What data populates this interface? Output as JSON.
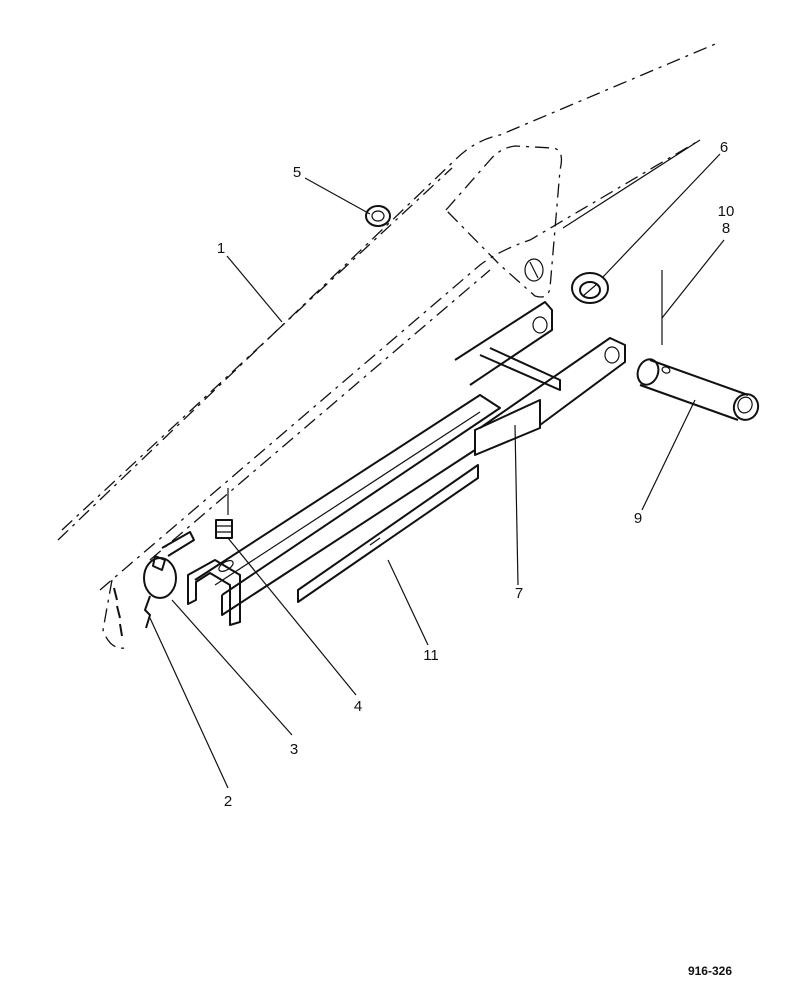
{
  "figure_code": "916-326",
  "callouts": [
    {
      "id": "1",
      "text": "1"
    },
    {
      "id": "2",
      "text": "2"
    },
    {
      "id": "3",
      "text": "3"
    },
    {
      "id": "4",
      "text": "4"
    },
    {
      "id": "5",
      "text": "5"
    },
    {
      "id": "6",
      "text": "6"
    },
    {
      "id": "7",
      "text": "7"
    },
    {
      "id": "8",
      "text": "8"
    },
    {
      "id": "9",
      "text": "9"
    },
    {
      "id": "10",
      "text": "10"
    },
    {
      "id": "11",
      "text": "11"
    }
  ]
}
